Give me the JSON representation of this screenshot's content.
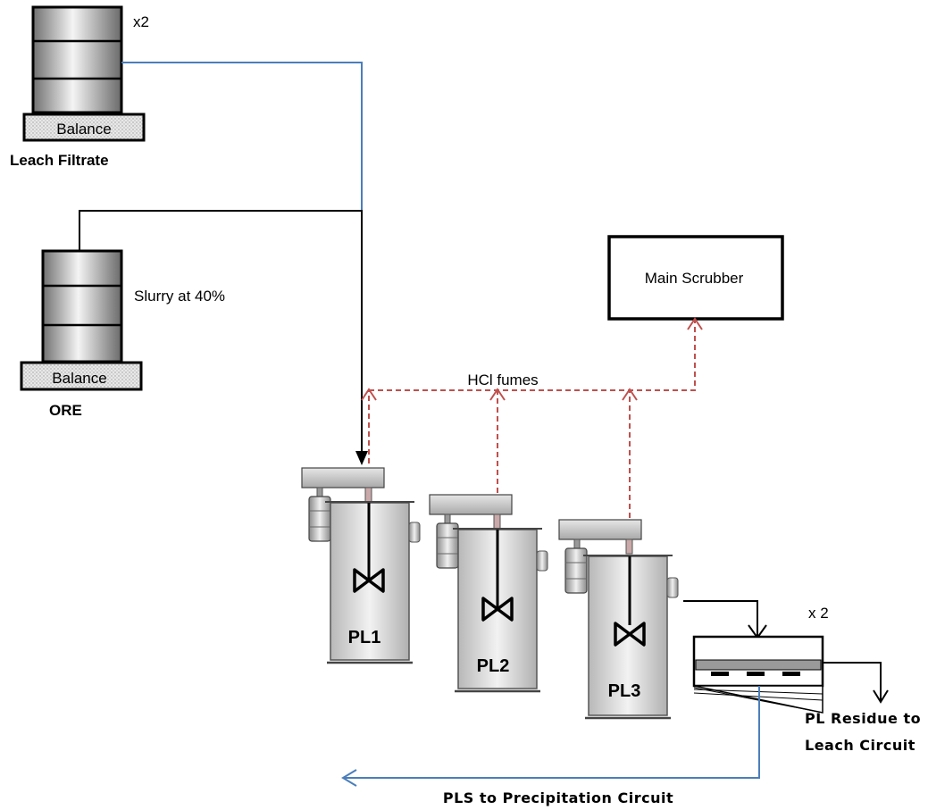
{
  "diagram": {
    "feeds": {
      "leach_filtrate": {
        "label": "Leach Filtrate",
        "balance": "Balance",
        "multiplier": "x2"
      },
      "ore": {
        "label": "ORE",
        "balance": "Balance",
        "note": "Slurry at 40%"
      }
    },
    "scrubber": {
      "label": "Main Scrubber"
    },
    "fumes": {
      "label": "HCl fumes"
    },
    "tanks": [
      {
        "label": "PL1"
      },
      {
        "label": "PL2"
      },
      {
        "label": "PL3"
      }
    ],
    "filter": {
      "multiplier": "x 2"
    },
    "outputs": {
      "residue_line1": "PL Residue to",
      "residue_line2": "Leach Circuit",
      "pls": "PLS to Precipitation Circuit"
    },
    "colors": {
      "leach_line": "#4a7ebb",
      "fume_line": "#c0504d",
      "ore_line": "#000000"
    }
  }
}
